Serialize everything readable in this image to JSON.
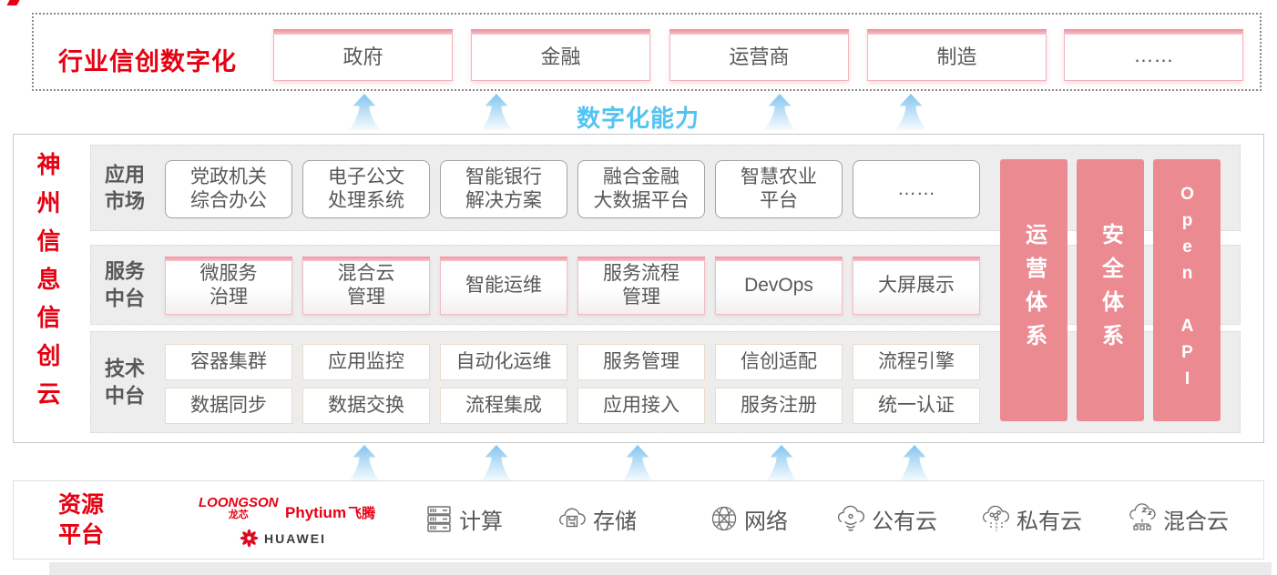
{
  "top_banner": {
    "label": "行业信创数字化",
    "industries": [
      "政府",
      "金融",
      "运营商",
      "制造",
      "……"
    ]
  },
  "capability": {
    "label": "数字化能力"
  },
  "platform": {
    "vertical_title": "神州信息信创云",
    "app_market": {
      "label": "应用\n市场",
      "items": [
        "党政机关\n综合办公",
        "电子公文\n处理系统",
        "智能银行\n解决方案",
        "融合金融\n大数据平台",
        "智慧农业\n平台",
        "……"
      ]
    },
    "service_platform": {
      "label": "服务\n中台",
      "items": [
        "微服务\n治理",
        "混合云\n管理",
        "智能运维",
        "服务流程\n管理",
        "DevOps",
        "大屏展示"
      ]
    },
    "tech_platform": {
      "label": "技术\n中台",
      "row1": [
        "容器集群",
        "应用监控",
        "自动化运维",
        "服务管理",
        "信创适配",
        "流程引擎"
      ],
      "row2": [
        "数据同步",
        "数据交换",
        "流程集成",
        "应用接入",
        "服务注册",
        "统一认证"
      ]
    },
    "pillars": [
      "运营体系",
      "安全体系",
      "Open API"
    ]
  },
  "resources": {
    "label": "资源\n平台",
    "vendors": {
      "loongson_en": "LOONGSON",
      "loongson_cn": "龙芯",
      "phytium_en": "Phytium",
      "phytium_cn": "飞腾",
      "huawei": "HUAWEI"
    },
    "items": [
      {
        "icon": "server-icon",
        "label": "计算"
      },
      {
        "icon": "storage-cloud-icon",
        "label": "存储"
      },
      {
        "icon": "network-globe-icon",
        "label": "网络"
      },
      {
        "icon": "public-cloud-icon",
        "label": "公有云"
      },
      {
        "icon": "private-cloud-icon",
        "label": "私有云"
      },
      {
        "icon": "hybrid-cloud-icon",
        "label": "混合云"
      }
    ]
  },
  "colors": {
    "brand_red": "#e60012",
    "pillar_pink": "#eb8a91",
    "capability_blue": "#55c3f0",
    "text_gray": "#595757"
  }
}
